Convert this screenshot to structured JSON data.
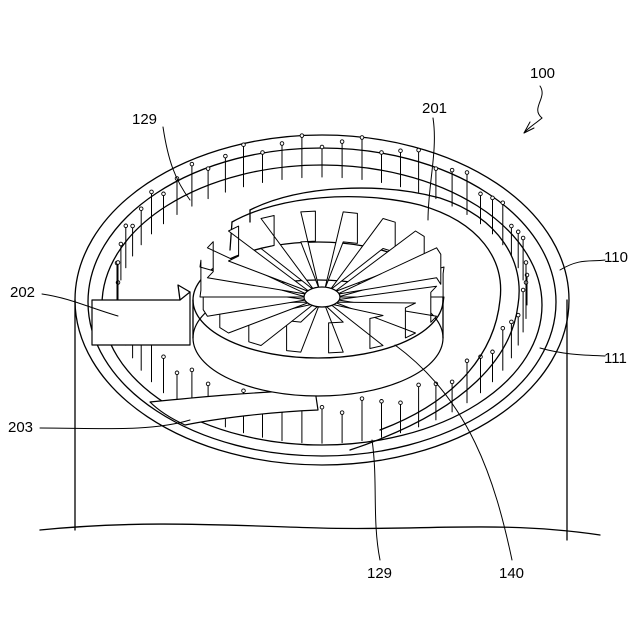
{
  "figure": {
    "reference_labels": [
      {
        "id": "ref-100",
        "text": "100"
      },
      {
        "id": "ref-201",
        "text": "201"
      },
      {
        "id": "ref-129-top",
        "text": "129"
      },
      {
        "id": "ref-110",
        "text": "110"
      },
      {
        "id": "ref-202",
        "text": "202"
      },
      {
        "id": "ref-111",
        "text": "111"
      },
      {
        "id": "ref-203",
        "text": "203"
      },
      {
        "id": "ref-129-bottom",
        "text": "129"
      },
      {
        "id": "ref-140",
        "text": "140"
      }
    ]
  }
}
